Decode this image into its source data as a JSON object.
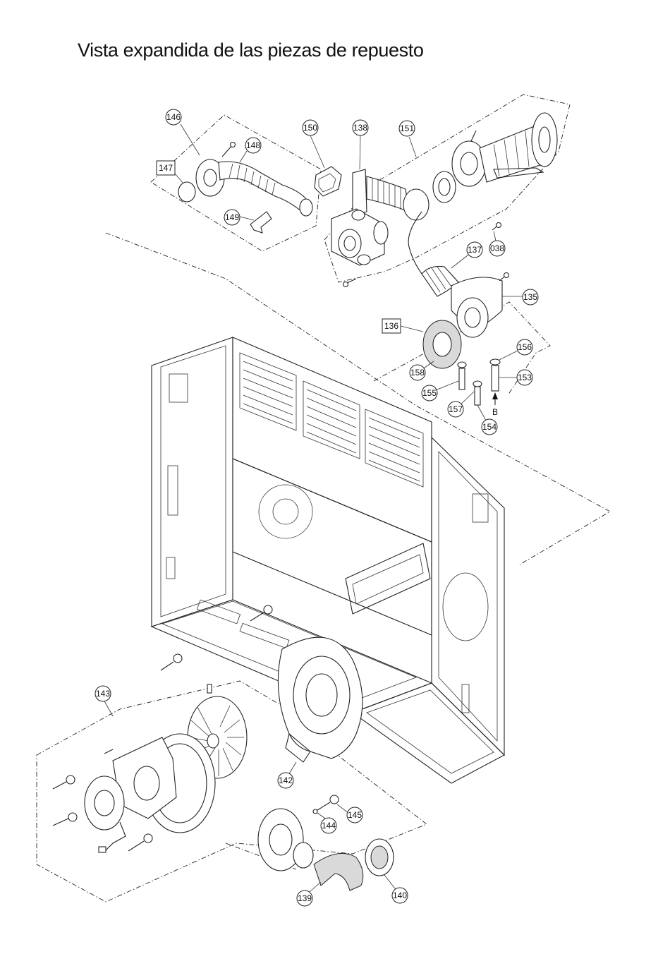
{
  "title": "Vista expandida de las piezas de repuesto",
  "labels": {
    "p135": "135",
    "p136": "136",
    "p137": "137",
    "p138": "138",
    "p139": "139",
    "p140": "140",
    "p142": "142",
    "p143": "143",
    "p144": "144",
    "p145": "145",
    "p146": "146",
    "p147": "147",
    "p148": "148",
    "p149": "149",
    "p150": "150",
    "p151": "151",
    "p153": "153",
    "p154": "154",
    "p155": "155",
    "p156": "156",
    "p157": "157",
    "p158": "158",
    "p038": "038",
    "b": "B"
  }
}
